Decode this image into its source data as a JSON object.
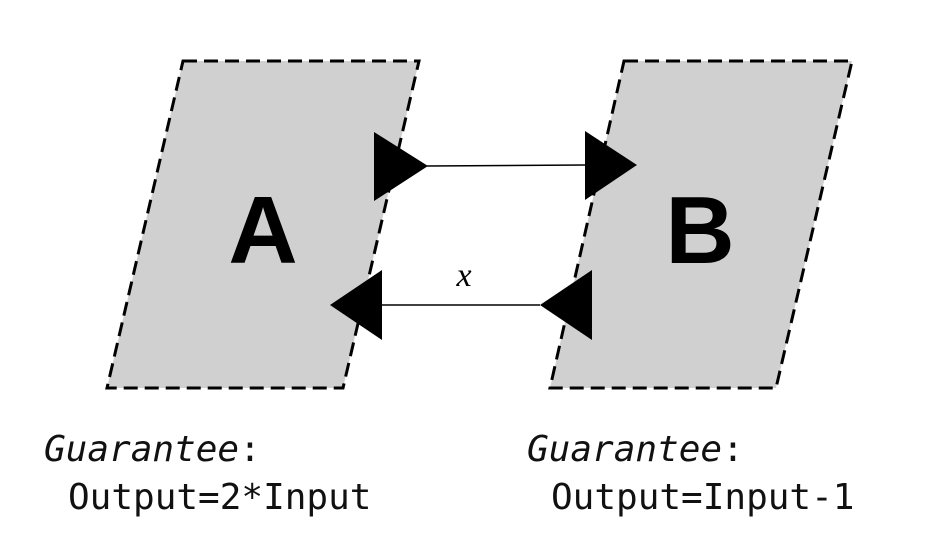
{
  "blocks": [
    {
      "label": "A",
      "fill": "#d1d0d1"
    },
    {
      "label": "B",
      "fill": "#d1d0d1"
    }
  ],
  "edges": [
    {
      "from": "A",
      "to": "B",
      "label": ""
    },
    {
      "from": "B",
      "to": "A",
      "label": "x"
    }
  ],
  "contracts": {
    "a": {
      "keyword": "Guarantee",
      "colon": ":",
      "expression": "Output=2*Input"
    },
    "b": {
      "keyword": "Guarantee",
      "colon": ":",
      "expression": "Output=Input-1"
    }
  },
  "colors": {
    "stroke": "#000000",
    "port": "#000000"
  }
}
